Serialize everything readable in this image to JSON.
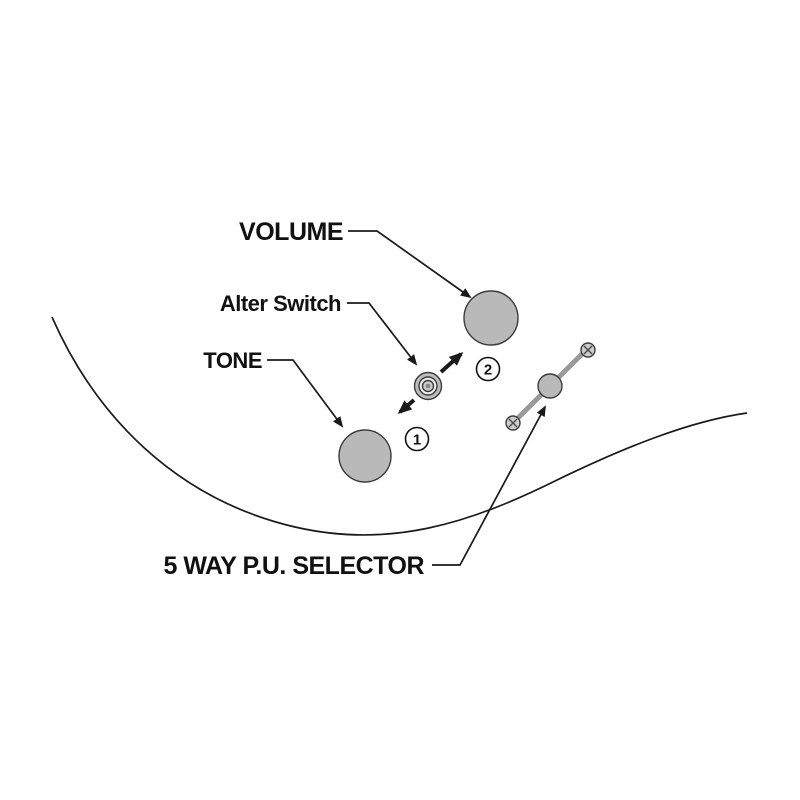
{
  "diagram": {
    "type": "guitar-controls-diagram",
    "labels": {
      "volume": "VOLUME",
      "alter_switch": "Alter Switch",
      "tone": "TONE",
      "selector": "5 WAY P.U. SELECTOR"
    },
    "markers": {
      "step1": "1",
      "step2": "2"
    },
    "colors": {
      "background": "#ffffff",
      "knob_fill": "#b9b9b9",
      "knob_stroke": "#4a4a4a",
      "switch_outer_fill": "#bdbdbd",
      "switch_mid_fill": "#efefef",
      "switch_inner_fill": "#cccccc",
      "switch_dot_fill": "#8a8a8a",
      "lever_fill": "#9a9a9a",
      "screw_fill": "#cccccc",
      "line": "#1a1a1a",
      "badge_fill": "#ffffff"
    }
  }
}
